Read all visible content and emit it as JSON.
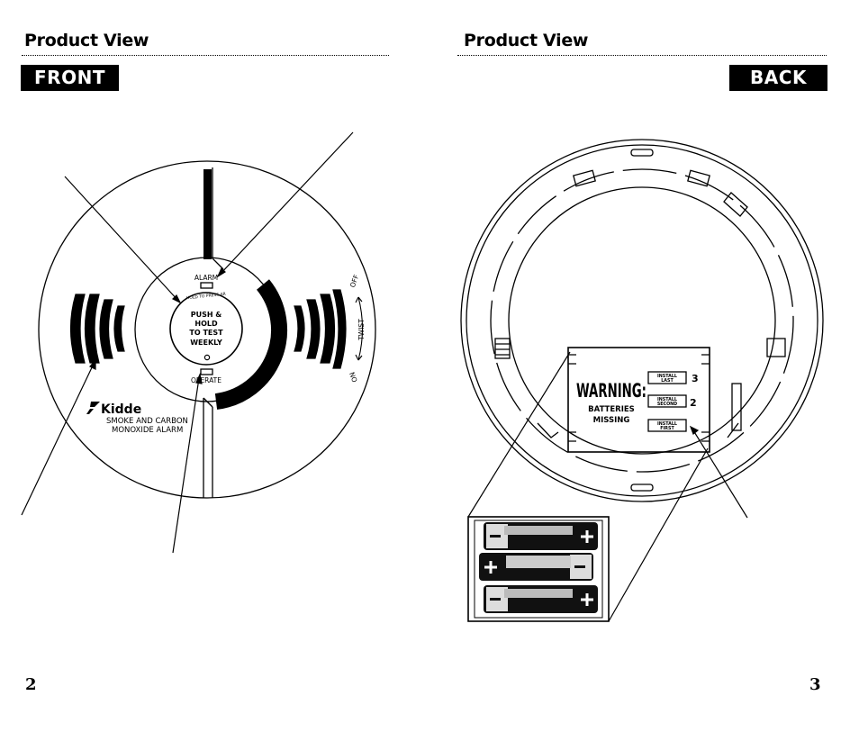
{
  "left_page": {
    "heading": "Product View",
    "tag": "FRONT",
    "page_number": "2",
    "front_labels": {
      "alarm": "ALARM",
      "small_text": "HOLD TO PRESS AR",
      "button_line1": "PUSH &",
      "button_line2": "HOLD",
      "button_line3": "TO TEST",
      "button_line4": "WEEKLY",
      "operate": "OPERATE",
      "off": "OFF",
      "twist": "TWIST",
      "on": "ON",
      "brand": "Kidde",
      "product_line1": "SMOKE AND CARBON",
      "product_line2": "MONOXIDE ALARM"
    }
  },
  "right_page": {
    "heading": "Product View",
    "tag": "BACK",
    "page_number": "3",
    "back_labels": {
      "warning": "WARNING:",
      "batteries": "BATTERIES",
      "missing": "MISSING",
      "install_last_1": "INSTALL",
      "install_last_2": "LAST",
      "num3": "3",
      "install_second_1": "INSTALL",
      "install_second_2": "SECOND",
      "num2": "2",
      "install_first_1": "INSTALL",
      "install_first_2": "FIRST"
    }
  }
}
